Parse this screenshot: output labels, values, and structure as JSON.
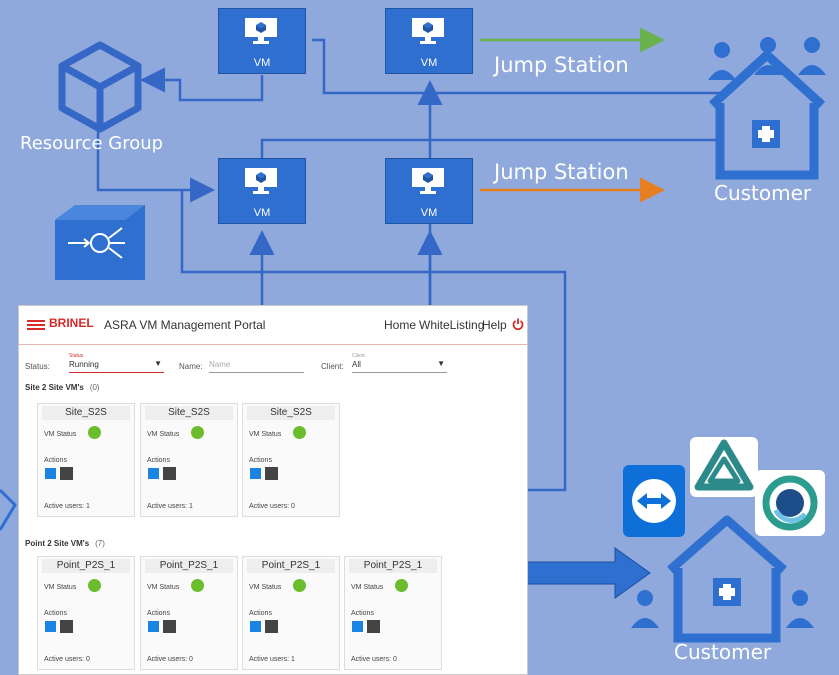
{
  "labels": {
    "resource_group": "Resource Group",
    "jump_station_top": "Jump Station",
    "jump_station_mid": "Jump Station",
    "customer_right": "Customer",
    "customer_bottom": "Customer"
  },
  "vms": [
    {
      "label": "VM"
    },
    {
      "label": "VM"
    },
    {
      "label": "VM"
    },
    {
      "label": "VM"
    }
  ],
  "colors": {
    "background": "#8fa9dc",
    "vm_fill": "#2e6fd0",
    "connector": "#3567c6",
    "arrow_green": "#6ab04c",
    "arrow_orange": "#e67e22",
    "status_ok": "#6bbd2b"
  },
  "portal": {
    "brand": "BRINEL",
    "title": "ASRA VM Management Portal",
    "nav": [
      "Home",
      "WhiteListing",
      "Help"
    ],
    "power_icon": "power-icon",
    "filters": {
      "status_label": "Status:",
      "status_hint": "Status",
      "status_value": "Running",
      "name_label": "Name:",
      "name_placeholder": "Name",
      "client_label": "Client:",
      "client_hint": "Client",
      "client_value": "All"
    },
    "s2s_section": {
      "title": "Site 2 Site VM's",
      "count": "(0)"
    },
    "s2s_cards": [
      {
        "name": "Site_S2S",
        "status_label": "VM Status",
        "actions_label": "Actions",
        "active_users": "Active users: 1"
      },
      {
        "name": "Site_S2S",
        "status_label": "VM Status",
        "actions_label": "Actions",
        "active_users": "Active users: 1"
      },
      {
        "name": "Site_S2S",
        "status_label": "VM Status",
        "actions_label": "Actions",
        "active_users": "Active users: 0"
      }
    ],
    "p2s_section": {
      "title": "Point 2 Site VM's",
      "count": "(7)"
    },
    "p2s_cards": [
      {
        "name": "Point_P2S_1",
        "status_label": "VM Status",
        "actions_label": "Actions",
        "active_users": "Active users: 0"
      },
      {
        "name": "Point_P2S_1",
        "status_label": "VM Status",
        "actions_label": "Actions",
        "active_users": "Active users: 0"
      },
      {
        "name": "Point_P2S_1",
        "status_label": "VM Status",
        "actions_label": "Actions",
        "active_users": "Active users: 1"
      },
      {
        "name": "Point_P2S_1",
        "status_label": "VM Status",
        "actions_label": "Actions",
        "active_users": "Active users: 0"
      }
    ]
  },
  "apps": [
    "teamviewer-icon",
    "anydesk-like-icon",
    "webex-icon"
  ]
}
